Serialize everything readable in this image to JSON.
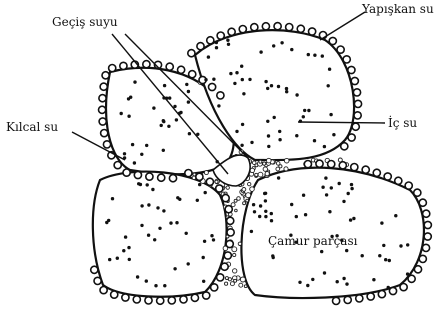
{
  "labels": {
    "gecis_suyu": "Geçiş suyu",
    "yapiskan_su": "Yapışkan su",
    "kilcal_su": "Kılcal su",
    "ic_su": "İç su",
    "camur_parcasi": "Çamur parçası"
  }
}
